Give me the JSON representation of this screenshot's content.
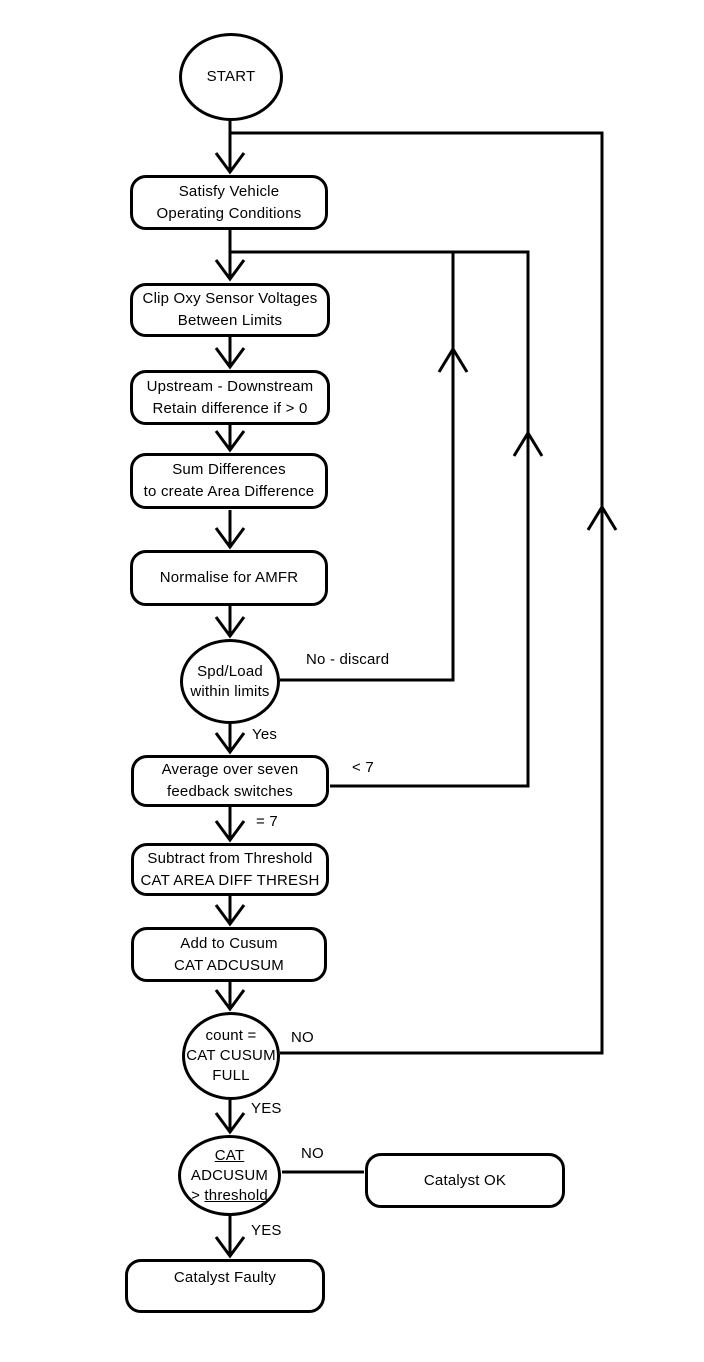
{
  "diagram": {
    "type": "flowchart",
    "colors": {
      "stroke": "#000000",
      "background": "#ffffff",
      "text": "#000000"
    },
    "nodes": {
      "start": {
        "label": "START"
      },
      "satisfy": {
        "label": "Satisfy Vehicle\nOperating Conditions"
      },
      "clip": {
        "label": "Clip Oxy Sensor Voltages\nBetween Limits"
      },
      "upstream": {
        "label": "Upstream - Downstream\nRetain difference if > 0"
      },
      "sum": {
        "label": "Sum Differences\nto create Area Difference"
      },
      "normalise": {
        "label": "Normalise for AMFR"
      },
      "spdload": {
        "label": "Spd/Load\nwithin limits"
      },
      "average": {
        "label": "Average over seven\nfeedback switches"
      },
      "subtract": {
        "label": "Subtract from Threshold\nCAT AREA DIFF THRESH"
      },
      "cusum": {
        "label": "Add to Cusum\nCAT ADCUSUM"
      },
      "count": {
        "label": "count =\nCAT CUSUM\nFULL"
      },
      "adcusum": {
        "line1": "CAT",
        "line2": "ADCUSUM",
        "line3_prefix": "> ",
        "line3_word": "threshold"
      },
      "catalyst_ok": {
        "label": "Catalyst OK"
      },
      "catalyst_faulty": {
        "label": "Catalyst Faulty"
      }
    },
    "edge_labels": {
      "no_discard": "No - discard",
      "yes_spdload": "Yes",
      "lt7": "< 7",
      "eq7": "= 7",
      "no_count": "NO",
      "yes_count": "YES",
      "no_adcusum": "NO",
      "yes_adcusum": "YES"
    }
  }
}
